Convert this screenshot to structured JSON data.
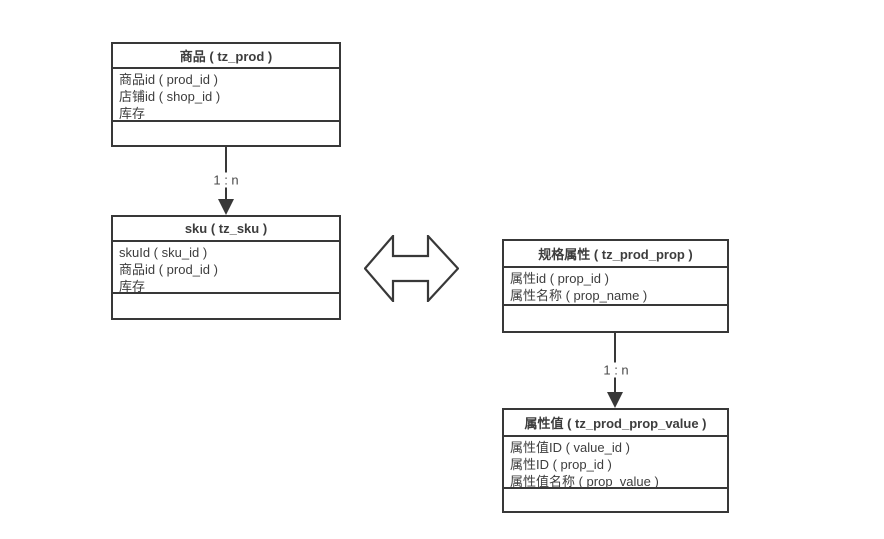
{
  "canvas": {
    "background": "#ffffff",
    "line_color": "#383838",
    "text_color": "#3d3d3d"
  },
  "diagram": {
    "type": "entity-relationship-diagram",
    "entities": [
      {
        "id": "tz_prod",
        "title": "商品 ( tz_prod )",
        "fields": [
          "商品id ( prod_id )",
          "店铺id ( shop_id )",
          "库存"
        ]
      },
      {
        "id": "tz_sku",
        "title": "sku ( tz_sku )",
        "fields": [
          "skuId ( sku_id )",
          "商品id ( prod_id )",
          "库存"
        ]
      },
      {
        "id": "tz_prod_prop",
        "title": "规格属性 ( tz_prod_prop )",
        "fields": [
          "属性id ( prop_id )",
          "属性名称 ( prop_name )"
        ]
      },
      {
        "id": "tz_prod_prop_value",
        "title": "属性值 ( tz_prod_prop_value )",
        "fields": [
          "属性值ID ( value_id )",
          "属性ID ( prop_id )",
          "属性值名称 ( prop_value )"
        ]
      }
    ],
    "relations": [
      {
        "from": "tz_prod",
        "to": "tz_sku",
        "label": "1 : n",
        "arrow": "down"
      },
      {
        "from": "tz_prod_prop",
        "to": "tz_prod_prop_value",
        "label": "1 : n",
        "arrow": "down"
      }
    ],
    "connector": {
      "shape": "hollow-double-horizontal-arrow",
      "between": [
        "tz_sku",
        "tz_prod_prop"
      ]
    }
  }
}
